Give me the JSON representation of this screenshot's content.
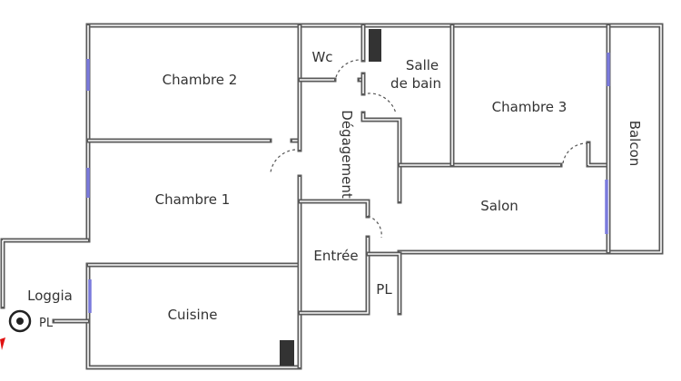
{
  "rooms": {
    "chambre2": "Chambre 2",
    "chambre1": "Chambre 1",
    "cuisine": "Cuisine",
    "loggia": "Loggia",
    "loggia_pl": "PL",
    "wc": "Wc",
    "salle_de_bain_1": "Salle",
    "salle_de_bain_2": "de bain",
    "chambre3": "Chambre 3",
    "balcon": "Balcon",
    "degagement": "Dégagement",
    "salon": "Salon",
    "entree": "Entrée",
    "pl": "PL"
  },
  "colors": {
    "walls": "#5a5a5a",
    "windows": "#7a7adc",
    "duct": "#333333",
    "marker": "#e01010"
  }
}
